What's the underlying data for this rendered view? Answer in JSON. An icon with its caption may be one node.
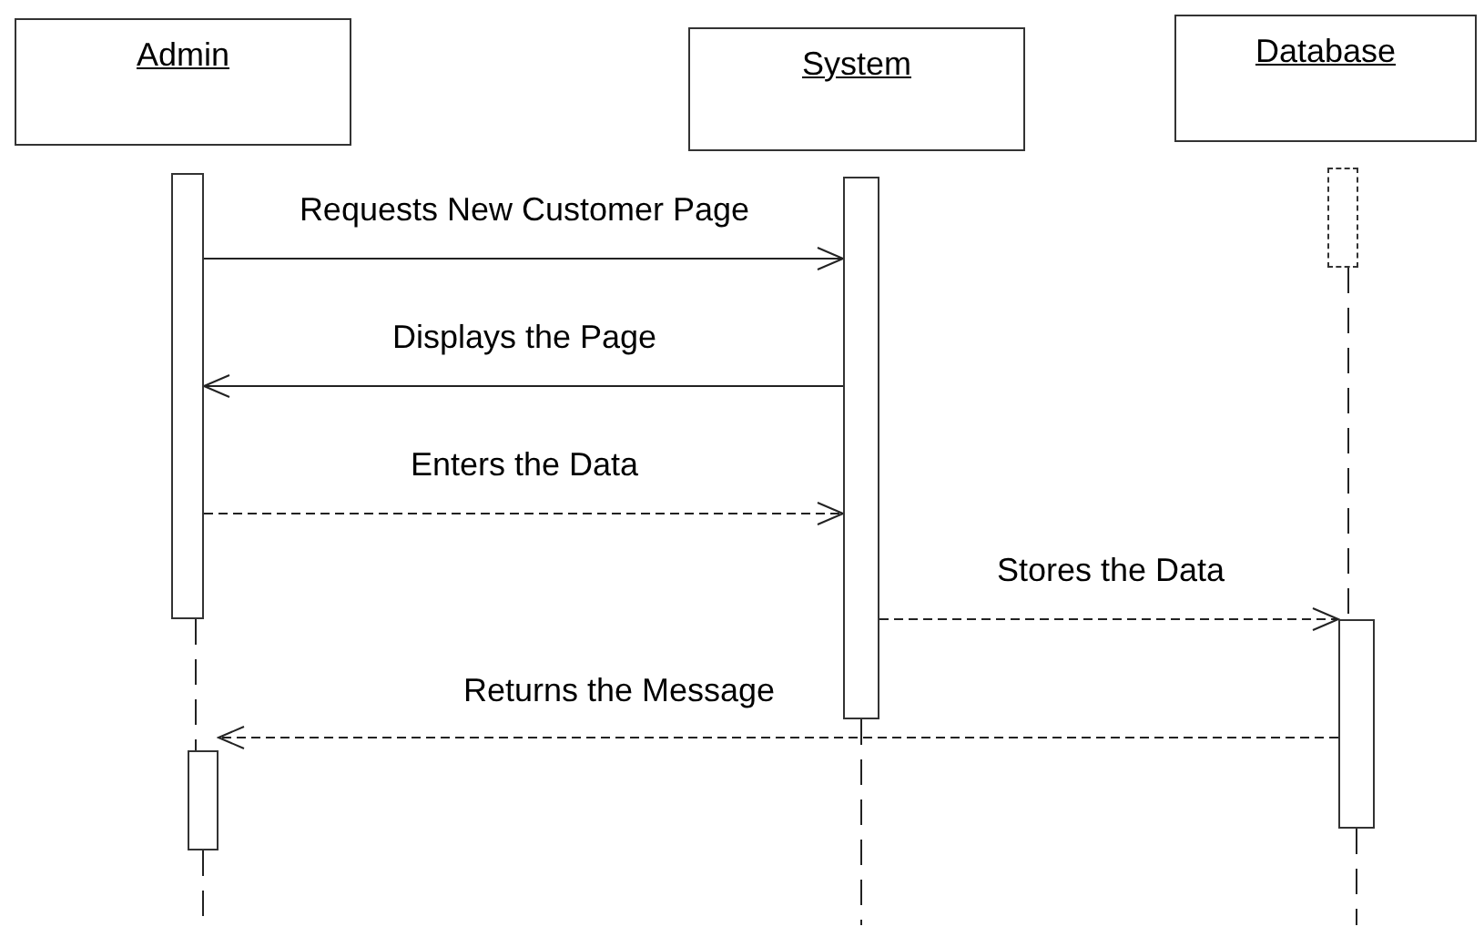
{
  "diagram": {
    "nodes": [
      {
        "text": [
          "Admin"
        ]
      },
      {
        "text": [
          "System"
        ]
      },
      {
        "text": [
          "Database"
        ]
      },
      {
        "text": [],
        "shape": "bar"
      },
      {
        "text": [],
        "shape": "bar"
      },
      {
        "text": [],
        "shape": "bar"
      },
      {
        "text": [],
        "shape": "bar"
      },
      {
        "text": [],
        "shape": "bar"
      }
    ],
    "edges": [
      {
        "from": 3,
        "to": 5,
        "arrow": "to",
        "label": "Requests New Customer Page"
      },
      {
        "from": 5,
        "to": 3,
        "arrow": "to",
        "label": "Displays the Page"
      },
      {
        "from": 3,
        "to": 5,
        "arrow": "to",
        "label": "Enters the Data",
        "style": "dashed"
      },
      {
        "from": 5,
        "to": 7,
        "arrow": "to",
        "label": "Stores the Data",
        "style": "dashed"
      },
      {
        "from": 7,
        "to": 4,
        "arrow": "to",
        "label": "Returns the Message",
        "style": "dashed"
      },
      {
        "from": 3,
        "to": 4,
        "arrow": "none",
        "style": "dashed"
      },
      {
        "from": 4,
        "to": null,
        "arrow": "none",
        "style": "dashed"
      },
      {
        "from": 5,
        "to": null,
        "arrow": "none",
        "style": "dashed"
      },
      {
        "from": 6,
        "to": 7,
        "arrow": "none",
        "style": "dashed"
      },
      {
        "from": 7,
        "to": null,
        "arrow": "none",
        "style": "dashed"
      }
    ]
  }
}
